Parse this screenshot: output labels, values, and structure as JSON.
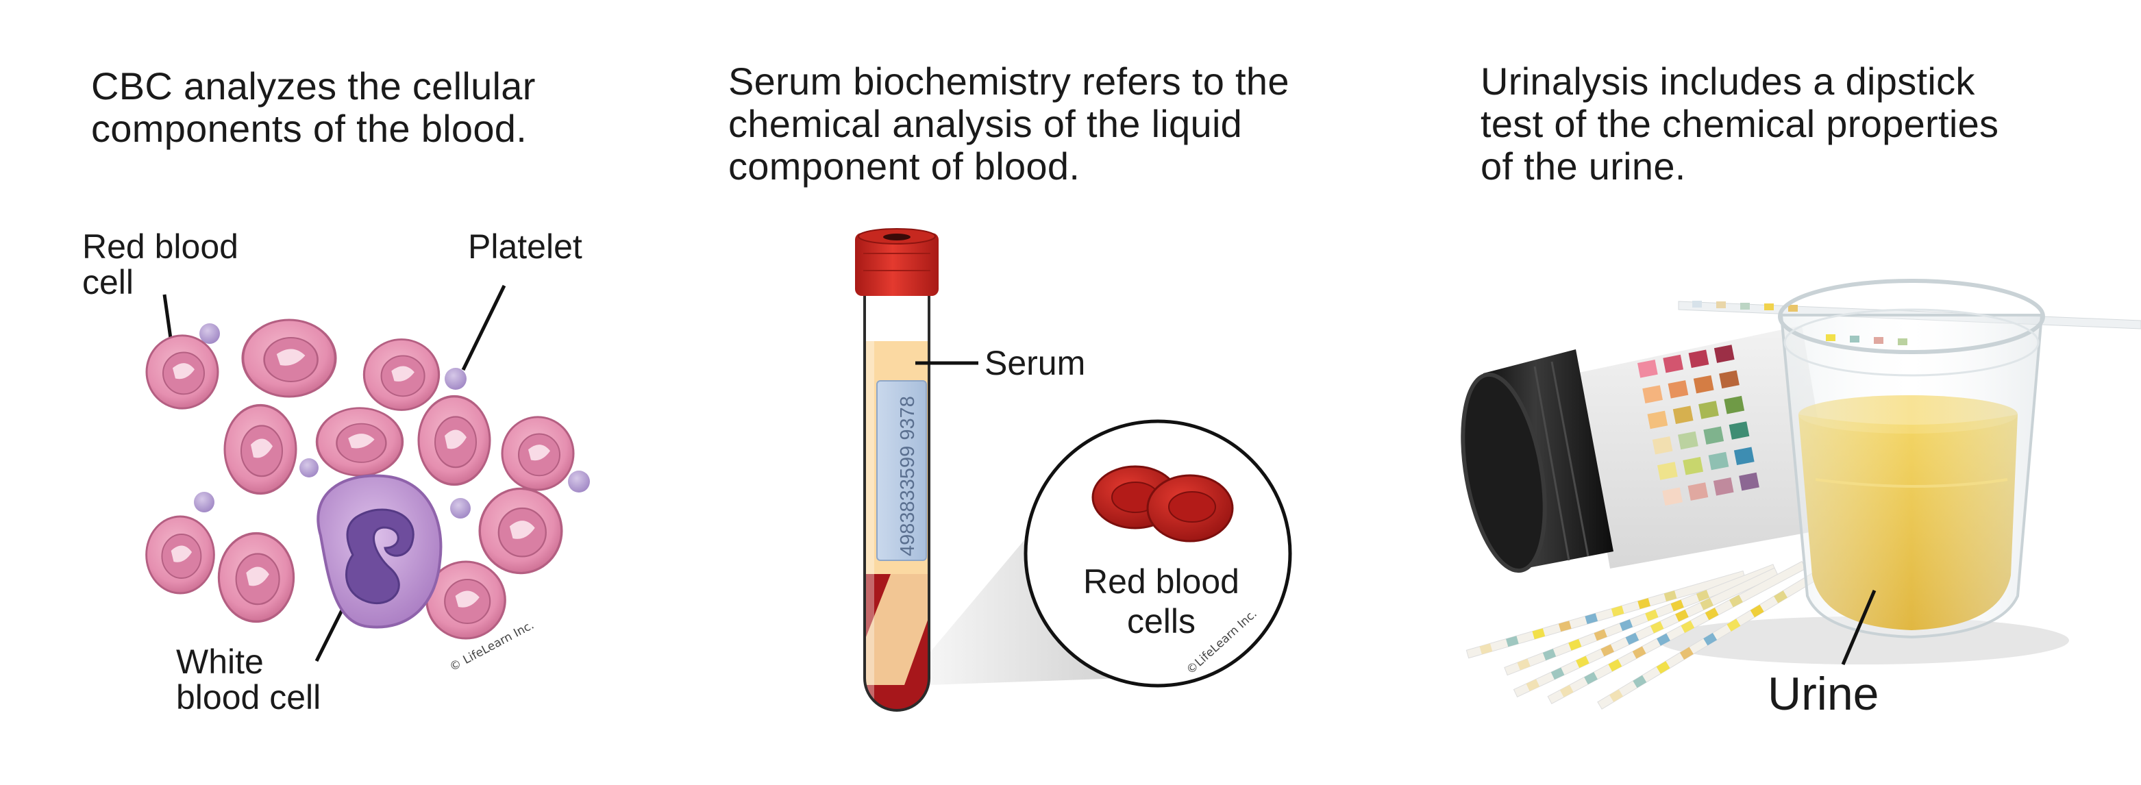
{
  "panels": {
    "cbc": {
      "heading_line1": "CBC analyzes the cellular",
      "heading_line2": "components of the blood.",
      "label_rbc_line1": "Red blood",
      "label_rbc_line2": "cell",
      "label_platelet": "Platelet",
      "label_wbc_line1": "White",
      "label_wbc_line2": "blood cell",
      "copyright": "© LifeLearn Inc."
    },
    "serum": {
      "heading_line1": "Serum biochemistry refers to the",
      "heading_line2": "chemical analysis of the liquid",
      "heading_line3": "component of blood.",
      "label_serum": "Serum",
      "tube_barcode_number": "4983833599 9378",
      "inset_label_line1": "Red blood",
      "inset_label_line2": "cells",
      "copyright": "©LifeLearn Inc."
    },
    "urinalysis": {
      "heading_line1": "Urinalysis includes a dipstick",
      "heading_line2": "test of the chemical properties",
      "heading_line3": "of the urine.",
      "label_urine": "Urine"
    }
  },
  "colors": {
    "rbc_fill": "#e58fb0",
    "rbc_center": "#f6d3e0",
    "wbc_fill": "#c9a0d8",
    "wbc_nucleus": "#7a57a8",
    "platelet": "#b9a3d3",
    "tube_cap": "#d42a24",
    "serum": "#fbd9a2",
    "blood": "#a7171b",
    "urine": "#e2b51c"
  }
}
